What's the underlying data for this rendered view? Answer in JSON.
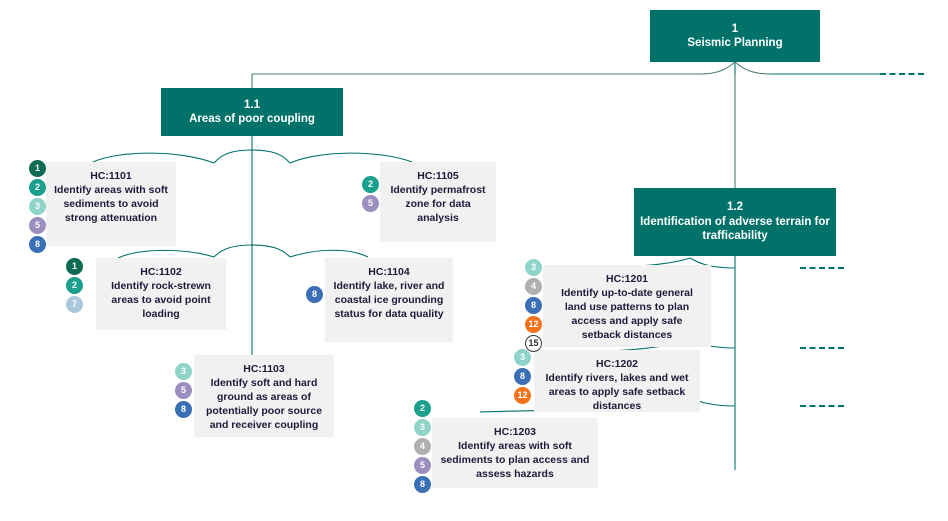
{
  "diagram": {
    "title_root": "Seismic Planning",
    "palette": {
      "node_green": "#00726A",
      "card_grey": "#f1f1f1",
      "text_dark": "#1b1b3a",
      "badge_1": "#0f6b53",
      "badge_2": "#1aa08c",
      "badge_3": "#8fd4c8",
      "badge_4": "#b0b0b0",
      "badge_5": "#9b8fc0",
      "badge_7": "#aac9dc",
      "badge_8": "#3a6fb5",
      "badge_12": "#f2731c",
      "badge_15": "#ffffff"
    }
  },
  "nodes": [
    {
      "id": "n1",
      "number": "1",
      "title": "Seismic Planning"
    },
    {
      "id": "n11",
      "number": "1.1",
      "title": "Areas of poor coupling"
    },
    {
      "id": "n12",
      "number": "1.2",
      "title": "Identification of adverse terrain for trafficability"
    }
  ],
  "cards": [
    {
      "id": "hc1101",
      "code": "HC:1101",
      "desc": "Identify areas with soft sediments to avoid strong attenuation",
      "badges": [
        "1",
        "2",
        "3",
        "5",
        "8"
      ]
    },
    {
      "id": "hc1105",
      "code": "HC:1105",
      "desc": "Identify permafrost zone for data analysis",
      "badges": [
        "2",
        "5"
      ]
    },
    {
      "id": "hc1102",
      "code": "HC:1102",
      "desc": "Identify rock-strewn areas to avoid point loading",
      "badges": [
        "1",
        "2",
        "7"
      ]
    },
    {
      "id": "hc1104",
      "code": "HC:1104",
      "desc": "Identify lake, river and coastal ice grounding status for data quality",
      "badges": [
        "8"
      ]
    },
    {
      "id": "hc1103",
      "code": "HC:1103",
      "desc": "Identify soft and hard ground as areas of potentially poor source and receiver coupling",
      "badges": [
        "3",
        "5",
        "8"
      ]
    },
    {
      "id": "hc1201",
      "code": "HC:1201",
      "desc": "Identify up-to-date general land use patterns to plan access and apply safe setback distances",
      "badges": [
        "3",
        "4",
        "8",
        "12",
        "15"
      ]
    },
    {
      "id": "hc1202",
      "code": "HC:1202",
      "desc": "Identify rivers, lakes and wet areas to apply safe setback distances",
      "badges": [
        "3",
        "8",
        "12"
      ]
    },
    {
      "id": "hc1203",
      "code": "HC:1203",
      "desc": "Identify areas with soft sediments to plan access and assess hazards",
      "badges": [
        "2",
        "3",
        "4",
        "5",
        "8"
      ]
    }
  ]
}
